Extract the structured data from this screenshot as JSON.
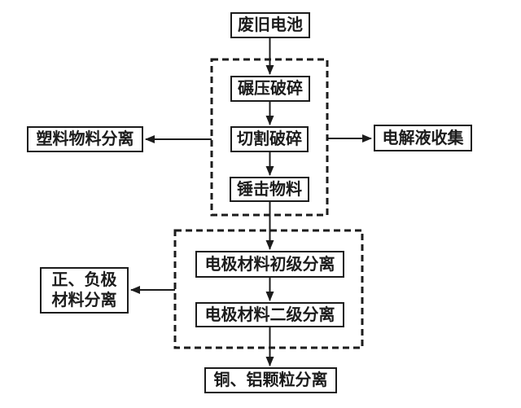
{
  "flowchart": {
    "nodes": {
      "waste_battery": "废旧电池",
      "roll_crush": "碾压破碎",
      "cut_crush": "切割破碎",
      "hammer_material": "锤击物料",
      "plastic_separation": "塑料物料分离",
      "electrolyte_collection": "电解液收集",
      "electrode_primary_separation": "电极材料初级分离",
      "electrode_secondary_separation": "电极材料二级分离",
      "pos_neg_separation_line1": "正、负极",
      "pos_neg_separation_line2": "材料分离",
      "cu_al_particle_separation": "铜、铝颗粒分离"
    },
    "colors": {
      "stroke": "#1c1c1c",
      "text": "#1c1c1c",
      "background": "#ffffff"
    }
  }
}
